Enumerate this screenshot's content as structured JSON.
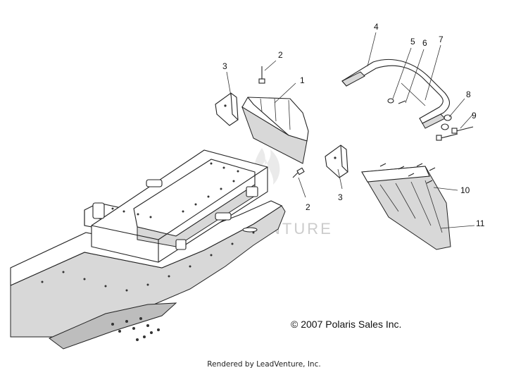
{
  "callouts": [
    {
      "id": "c1",
      "label": "1"
    },
    {
      "id": "c2a",
      "label": "2"
    },
    {
      "id": "c2b",
      "label": "2"
    },
    {
      "id": "c3a",
      "label": "3"
    },
    {
      "id": "c3b",
      "label": "3"
    },
    {
      "id": "c4",
      "label": "4"
    },
    {
      "id": "c5",
      "label": "5"
    },
    {
      "id": "c6",
      "label": "6"
    },
    {
      "id": "c7",
      "label": "7"
    },
    {
      "id": "c8",
      "label": "8"
    },
    {
      "id": "c9",
      "label": "9"
    },
    {
      "id": "c10",
      "label": "10"
    },
    {
      "id": "c11",
      "label": "11"
    }
  ],
  "copyright": "© 2007 Polaris Sales Inc.",
  "watermark": "LEADVENTURE",
  "footer": "Rendered by LeadVenture, Inc."
}
